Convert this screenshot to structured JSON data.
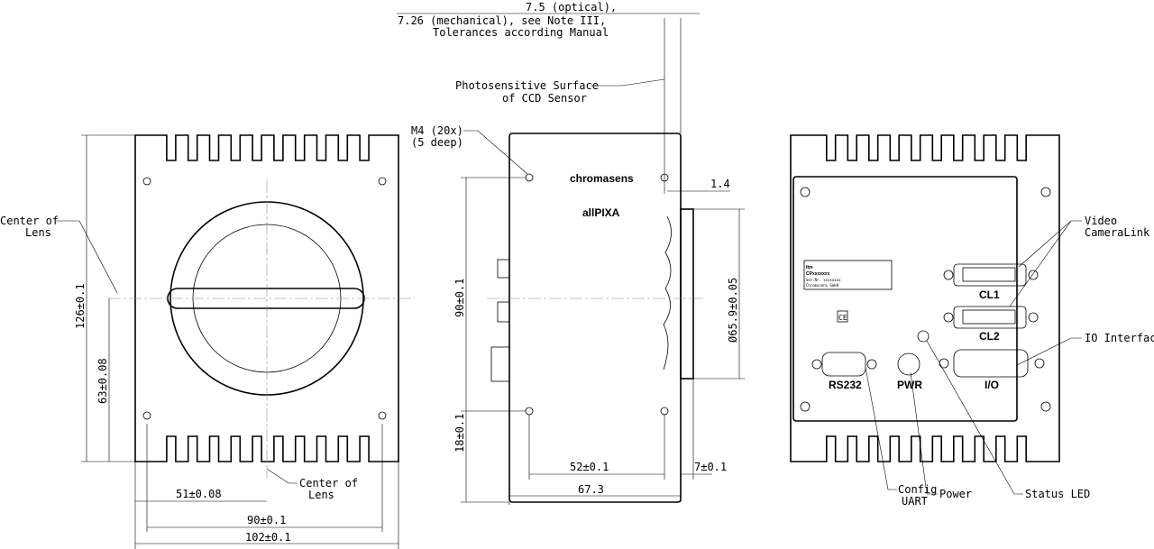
{
  "notes": {
    "optical": "7.5 (optical),",
    "mechanical": "7.26 (mechanical), see Note III,",
    "tolerances": "Tolerances according Manual",
    "surface1": "Photosensitive Surface",
    "surface2": "of CCD Sensor",
    "m4a": "M4 (20x)",
    "m4b": "(5 deep)"
  },
  "front": {
    "center1": "Center of",
    "center2": "Lens",
    "center_b1": "Center of",
    "center_b2": "Lens",
    "dim_height": "126±0.1",
    "dim_center_h": "63±0.08",
    "dim_center_w": "51±0.08",
    "dim_holes_w": "90±0.1",
    "dim_width": "102±0.1"
  },
  "side": {
    "brand": "chromasens",
    "model": "allPIXA",
    "dim_holes_h": "90±0.1",
    "dim_bottom": "18±0.1",
    "dim_holes_w": "52±0.1",
    "dim_depth": "67.3",
    "dim_flange": "7±0.1",
    "dim_offset": "1.4",
    "dim_lens": "Ø65.9±0.05"
  },
  "back": {
    "cl1": "CL1",
    "cl2": "CL2",
    "io": "I/O",
    "rs232": "RS232",
    "pwr": "PWR",
    "video1": "Video",
    "video2": "CameraLink",
    "io_label": "IO Interface",
    "config1": "Config",
    "config2": "UART",
    "power": "Power",
    "status": "Status LED",
    "label_brand": "Itm",
    "label_cp": "CPxxxxxxx",
    "label_ser": "Ser.Nr. xxxxxxxx",
    "label_maker": "Chromasens GmbH",
    "ce": "CE"
  }
}
